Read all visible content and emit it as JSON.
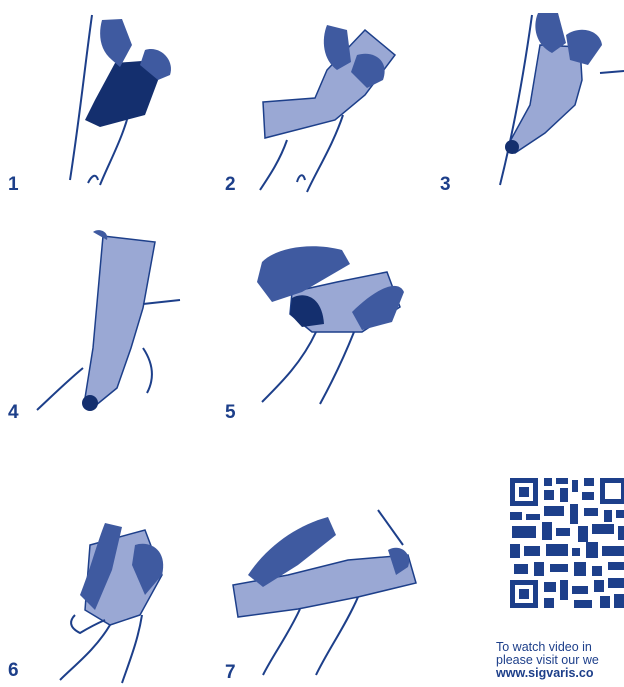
{
  "colors": {
    "ink": "#1d3f8a",
    "glove": "#3f5aa0",
    "sock_light": "#9aa8d4",
    "sock_dark": "#142f6e"
  },
  "steps": [
    {
      "number": "1",
      "icon": "donning-step-1-icon"
    },
    {
      "number": "2",
      "icon": "donning-step-2-icon"
    },
    {
      "number": "3",
      "icon": "donning-step-3-icon"
    },
    {
      "number": "4",
      "icon": "donning-step-4-icon"
    },
    {
      "number": "5",
      "icon": "donning-step-5-icon"
    },
    {
      "number": "6",
      "icon": "donning-step-6-icon"
    },
    {
      "number": "7",
      "icon": "donning-step-7-icon"
    }
  ],
  "qr": {
    "icon": "qr-code-icon"
  },
  "caption": {
    "line1": "To watch video in",
    "line2": "please visit our we",
    "url": "www.sigvaris.co"
  }
}
